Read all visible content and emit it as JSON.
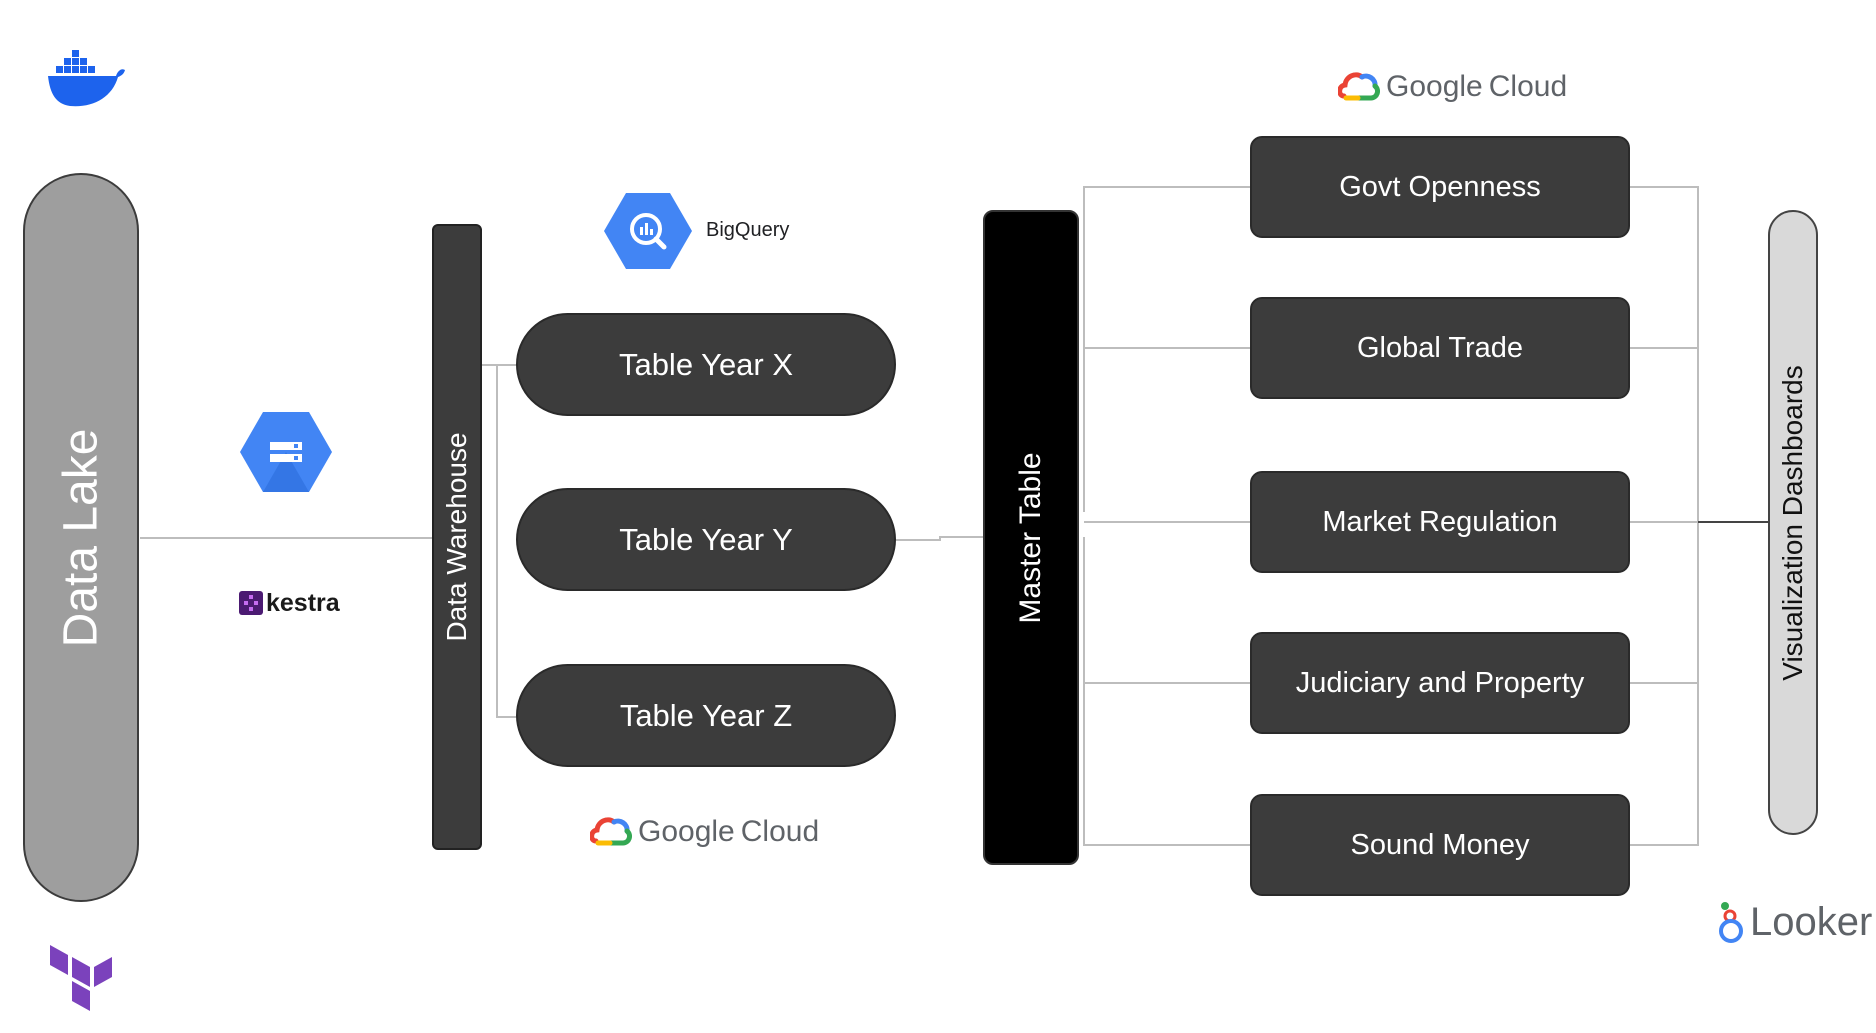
{
  "data_lake": {
    "label": "Data Lake"
  },
  "ingestion": {
    "kestra_label": "kestra"
  },
  "warehouse": {
    "label": "Data Warehouse",
    "bigquery_label": "BigQuery",
    "cloud_label_google": "Google",
    "cloud_label_cloud": "Cloud"
  },
  "tables": [
    {
      "label": "Table Year X"
    },
    {
      "label": "Table Year Y"
    },
    {
      "label": "Table Year Z"
    }
  ],
  "master": {
    "label": "Master Table"
  },
  "categories": [
    {
      "label": "Govt Openness"
    },
    {
      "label": "Global Trade"
    },
    {
      "label": "Market Regulation"
    },
    {
      "label": "Judiciary and Property"
    },
    {
      "label": "Sound Money"
    }
  ],
  "top_cloud": {
    "google": "Google",
    "cloud": "Cloud"
  },
  "visualization": {
    "label": "Visualization Dashboards",
    "looker_label": "Looker"
  },
  "colors": {
    "dark_node": "#3c3c3c",
    "master_node": "#000000",
    "data_lake": "#9e9e9e",
    "viz": "#d9d9d9",
    "connector": "#bdbdbd",
    "docker_blue": "#1d63ed",
    "terraform_purple": "#7b42bc",
    "gcp_blue": "#4285f4",
    "kestra_purple": "#4b1a72"
  },
  "icons": [
    "docker-icon",
    "terraform-icon",
    "cloud-storage-icon",
    "kestra-icon",
    "bigquery-icon",
    "google-cloud-icon",
    "looker-icon"
  ]
}
